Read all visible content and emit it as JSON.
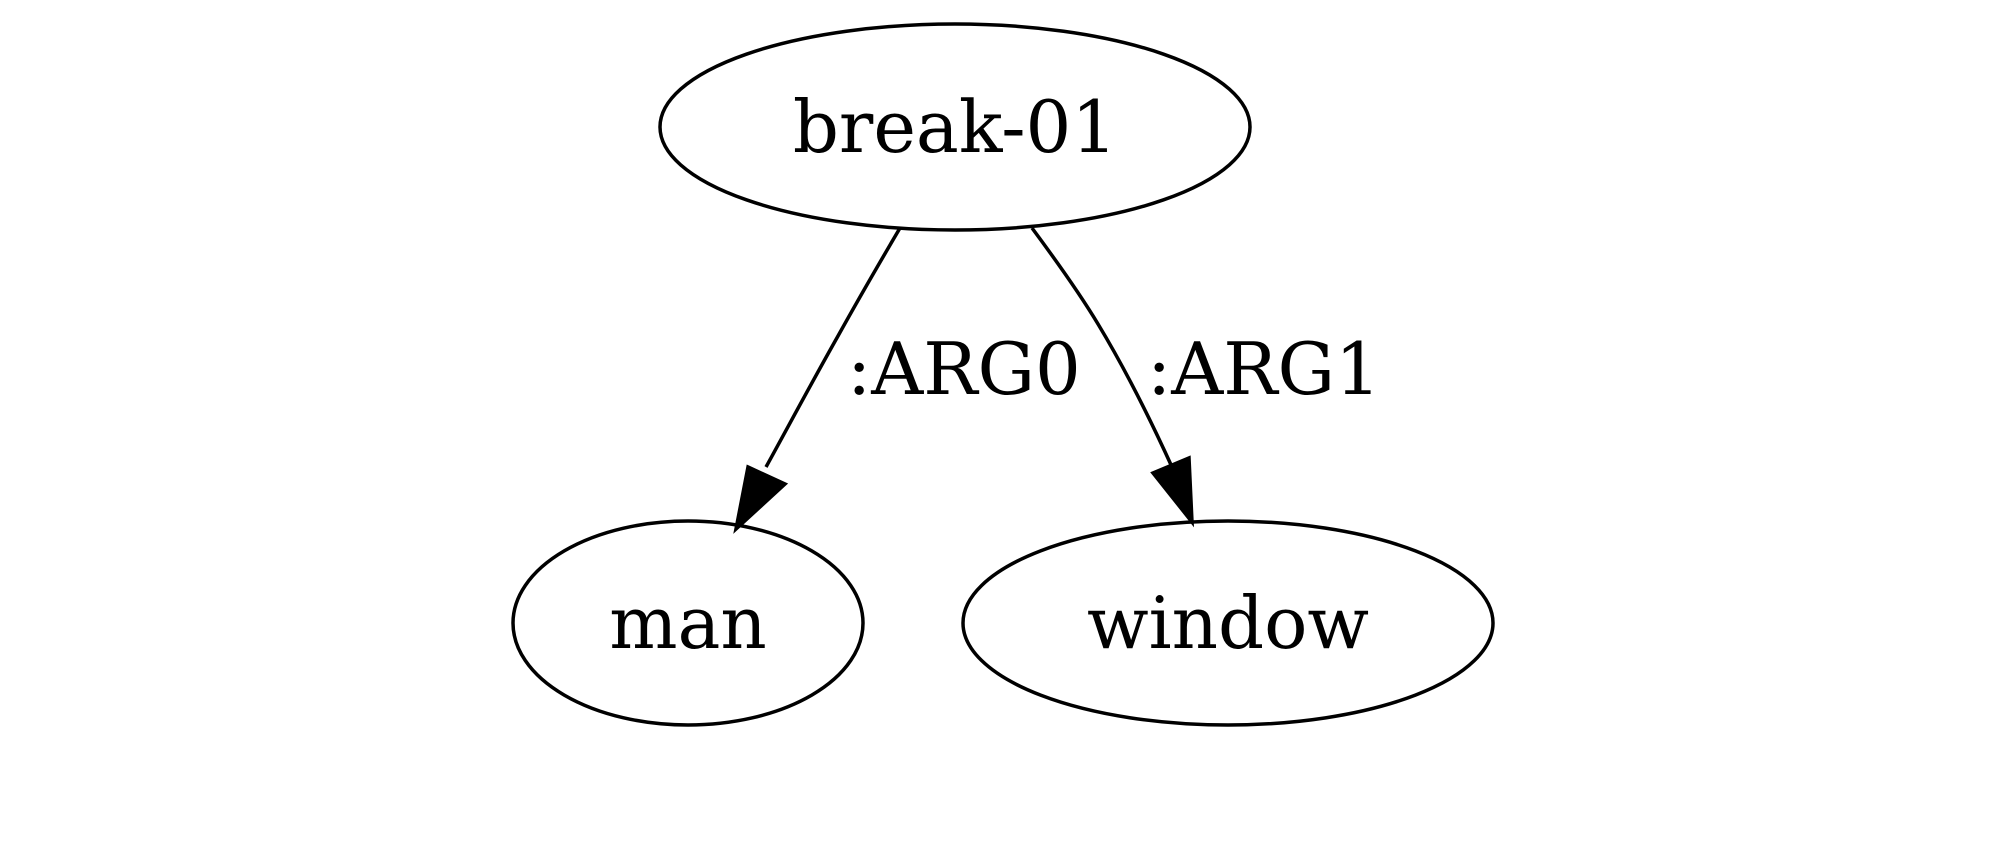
{
  "graph": {
    "nodes": {
      "root": {
        "label": "break-01"
      },
      "arg0": {
        "label": "man"
      },
      "arg1": {
        "label": "window"
      }
    },
    "edges": {
      "arg0": {
        "label": ":ARG0",
        "from": "break-01",
        "to": "man"
      },
      "arg1": {
        "label": ":ARG1",
        "from": "break-01",
        "to": "window"
      }
    }
  }
}
